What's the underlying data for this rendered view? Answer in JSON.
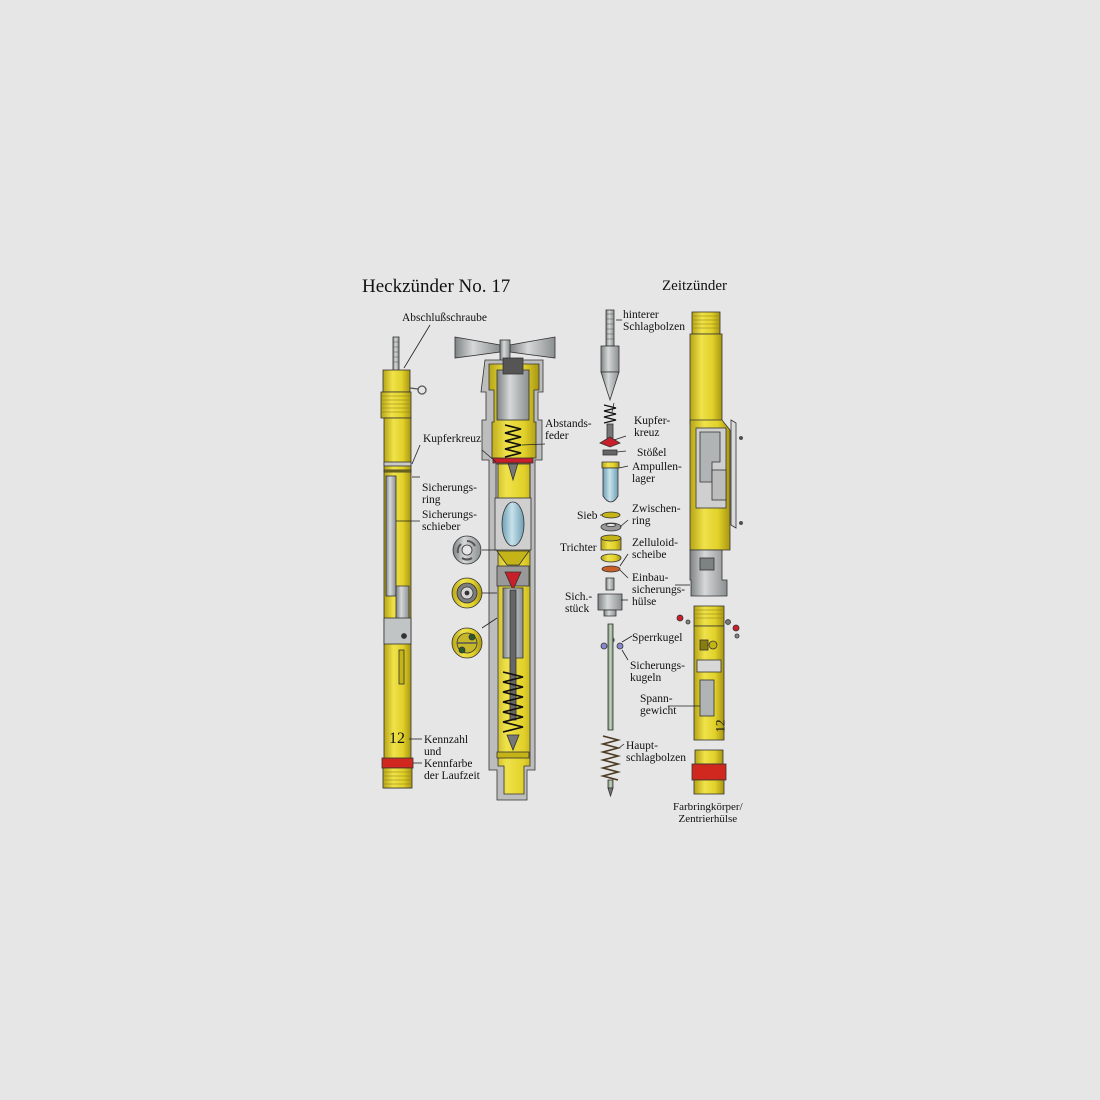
{
  "titles": {
    "left": "Heckzünder No. 17",
    "right": "Zeitzünder"
  },
  "labels": {
    "abschluss": "Abschlußschraube",
    "kupferkreuz": "Kupferkreuz",
    "sicherungsring": "Sicherungs-\nring",
    "sicherungsschieber": "Sicherungs-\nschieber",
    "kennzahl_value": "12",
    "kennzahl": "Kennzahl\nund\nKennfarbe\nder Laufzeit",
    "abstandsfeder": "Abstands-\nfeder",
    "hinterer": "hinterer\nSchlagbolzen",
    "kupferkreuz2": "Kupfer-\nkreuz",
    "stoessel": "Stößel",
    "ampullenlager": "Ampullen-\nlager",
    "sieb": "Sieb",
    "zwischenring": "Zwischen-\nring",
    "trichter": "Trichter",
    "zelluloidscheibe": "Zelluloid-\nscheibe",
    "einbau": "Einbau-\nsicherungs-\nhülse",
    "sichstueck": "Sich.-\nstück",
    "sperrkugel": "Sperrkugel",
    "sicherungskugeln": "Sicherungs-\nkugeln",
    "spanngewicht": "Spann-\ngewicht",
    "hauptschlagbolzen": "Haupt-\nschlagbolzen",
    "farbring": "Farbringkörper/\nZentrierhülse",
    "zz_number": "12"
  },
  "colors": {
    "background": "#e6e6e6",
    "brass": "#e2d12a",
    "brass_dark": "#b7a414",
    "steel": "#b9bcbd",
    "steel_dark": "#7d8283",
    "ampoule": "#9fc6d6",
    "copper": "#c8202a",
    "red_band": "#d0281e",
    "rod_green": "#a8bca0"
  }
}
